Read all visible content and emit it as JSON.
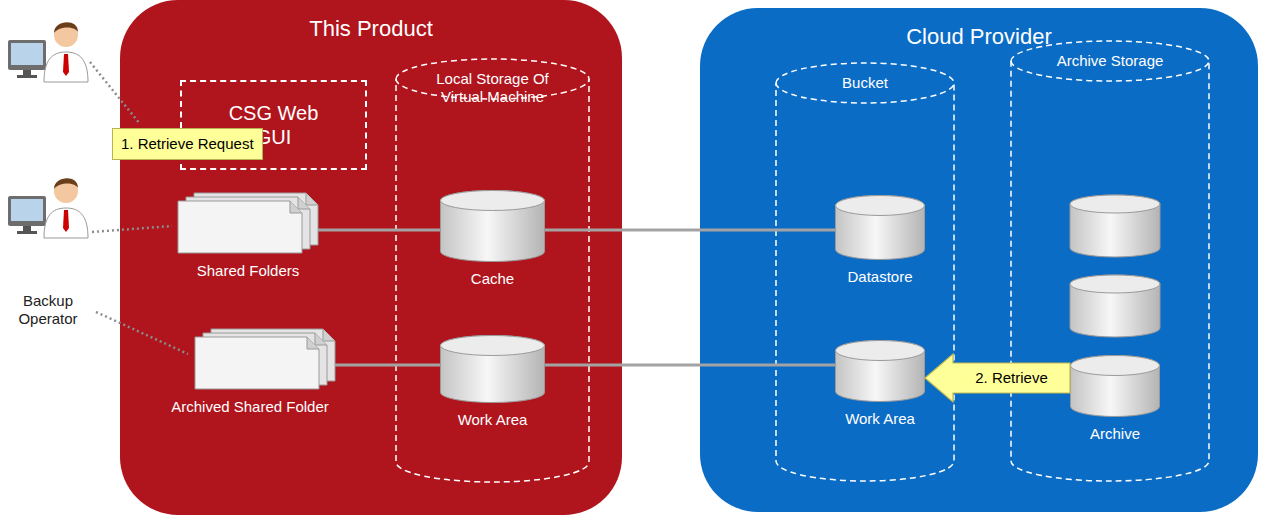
{
  "diagram": {
    "nodes": [
      {
        "text": [
          "This Product"
        ]
      },
      {
        "text": [
          "CSG Web GUI"
        ],
        "in": 0
      },
      {
        "text": [
          "Local Storage Of Virtual Machine"
        ],
        "in": 0
      },
      {
        "text": [
          "Shared Folders"
        ],
        "in": 0
      },
      {
        "text": [
          "Archived Shared Folder"
        ],
        "in": 0
      },
      {
        "text": [
          "Cache"
        ],
        "in": 2
      },
      {
        "text": [
          "Work Area"
        ],
        "in": 2
      },
      {
        "text": [
          "Cloud Provider"
        ]
      },
      {
        "text": [
          "Bucket"
        ],
        "in": 7
      },
      {
        "text": [
          "Archive Storage"
        ],
        "in": 7
      },
      {
        "text": [
          "Datastore"
        ],
        "in": 8
      },
      {
        "text": [
          "Work Area"
        ],
        "in": 8
      },
      {
        "text": [
          "Archive"
        ],
        "in": 9
      }
    ],
    "edges": [
      {
        "from": 3,
        "to": 5,
        "arrow": "none"
      },
      {
        "from": 5,
        "to": 10,
        "arrow": "none"
      },
      {
        "from": 4,
        "to": 6,
        "arrow": "none"
      },
      {
        "from": 6,
        "to": 11,
        "arrow": "none"
      },
      {
        "from": 12,
        "to": 11,
        "label": "2. Retrieve",
        "arrow": "to"
      }
    ],
    "labels": [
      "1. Retrieve Request",
      "Backup Operator"
    ]
  }
}
